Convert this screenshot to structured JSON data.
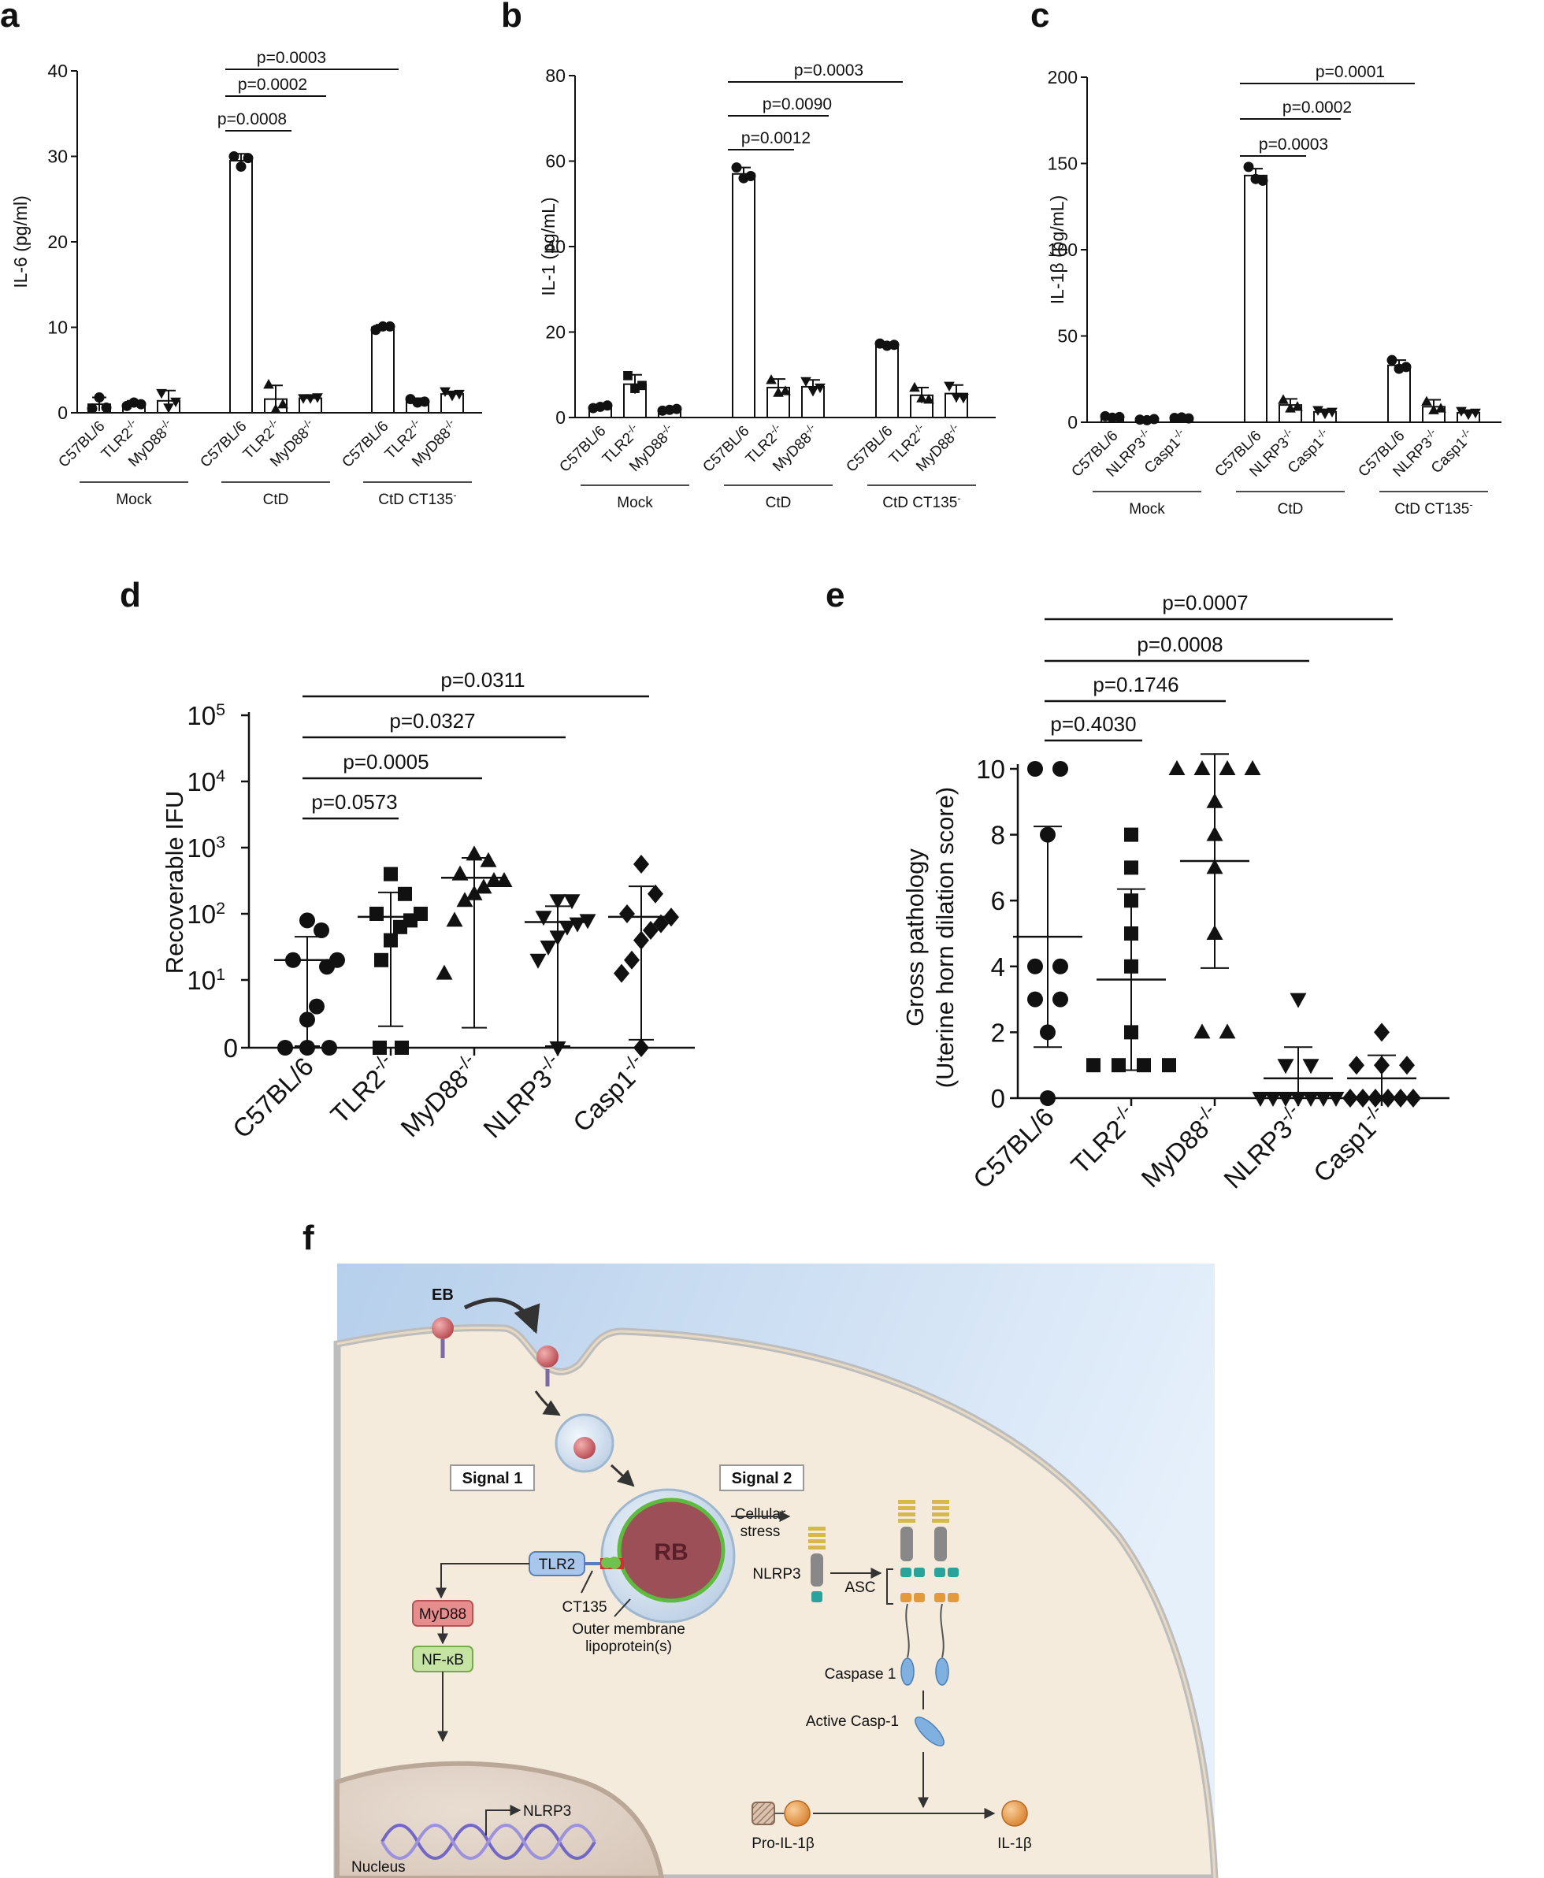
{
  "chart_data": [
    {
      "panel": "a",
      "type": "bar",
      "ylabel": "IL-6 (pg/ml)",
      "ylim": [
        0,
        40
      ],
      "yticks": [
        "0",
        "10",
        "20",
        "30",
        "40"
      ],
      "categories": [
        "C57BL/6",
        "TLR2-/-",
        "MyD88-/-",
        "C57BL/6",
        "TLR2-/-",
        "MyD88-/-",
        "C57BL/6",
        "TLR2-/-",
        "MyD88-/-"
      ],
      "groups": [
        "Mock",
        "CtD",
        "CtD CT135-"
      ],
      "values": [
        1.0,
        1.0,
        1.4,
        29.5,
        1.6,
        1.7,
        10.0,
        1.4,
        2.2
      ],
      "errors": [
        0.8,
        0.4,
        1.2,
        0.8,
        1.6,
        0.2,
        0.3,
        0.3,
        0.3
      ],
      "points": [
        [
          0.5,
          1.8,
          0.6
        ],
        [
          0.8,
          1.2,
          1.0
        ],
        [
          2.3,
          0.6,
          1.3
        ],
        [
          30.0,
          28.8,
          29.8
        ],
        [
          3.3,
          0.4,
          1.0
        ],
        [
          1.7,
          1.7,
          1.8
        ],
        [
          9.7,
          10.1,
          10.1
        ],
        [
          1.6,
          1.2,
          1.3
        ],
        [
          2.5,
          2.0,
          2.2
        ]
      ],
      "markers": [
        "circle",
        "circle",
        "triangle-down",
        "circle",
        "triangle",
        "triangle-down",
        "circle",
        "circle",
        "triangle-down"
      ],
      "comparisons": [
        {
          "from": 3,
          "to": 4,
          "label": "p=0.0008"
        },
        {
          "from": 3,
          "to": 5,
          "label": "p=0.0002"
        },
        {
          "from": 3,
          "to": 6,
          "label": "p=0.0003"
        }
      ]
    },
    {
      "panel": "b",
      "type": "bar",
      "ylabel": "IL-1  (pg/mL)",
      "ylim": [
        0,
        80
      ],
      "yticks": [
        "0",
        "20",
        "40",
        "60",
        "80"
      ],
      "categories": [
        "C57BL/6",
        "TLR2-/-",
        "MyD88-/-",
        "C57BL/6",
        "TLR2-/-",
        "MyD88-/-",
        "C57BL/6",
        "TLR2-/-",
        "MyD88-/-"
      ],
      "groups": [
        "Mock",
        "CtD",
        "CtD CT135-"
      ],
      "values": [
        2.5,
        7.8,
        1.8,
        57.0,
        7.0,
        7.2,
        17.0,
        5.2,
        5.6
      ],
      "errors": [
        0.5,
        2.2,
        0.4,
        1.5,
        2.0,
        1.6,
        0.5,
        1.8,
        2.0
      ],
      "points": [
        [
          2.2,
          2.5,
          2.8
        ],
        [
          9.8,
          6.8,
          7.5
        ],
        [
          1.6,
          1.8,
          2.0
        ],
        [
          58.5,
          56.0,
          56.5
        ],
        [
          8.8,
          5.8,
          6.2
        ],
        [
          8.5,
          6.2,
          7.0
        ],
        [
          17.3,
          16.8,
          17.0
        ],
        [
          7.0,
          4.5,
          4.2
        ],
        [
          7.4,
          4.8,
          4.6
        ]
      ],
      "markers": [
        "circle",
        "square",
        "circle",
        "circle",
        "triangle",
        "triangle-down",
        "circle",
        "triangle",
        "triangle-down"
      ],
      "comparisons": [
        {
          "from": 3,
          "to": 4,
          "label": "p=0.0012"
        },
        {
          "from": 3,
          "to": 5,
          "label": "p=0.0090"
        },
        {
          "from": 3,
          "to": 6,
          "label": "p=0.0003"
        }
      ]
    },
    {
      "panel": "c",
      "type": "bar",
      "ylabel": "IL-1β (pg/mL)",
      "ylim": [
        0,
        200
      ],
      "yticks": [
        "0",
        "50",
        "100",
        "150",
        "200"
      ],
      "categories": [
        "C57BL/6",
        "NLRP3-/-",
        "Casp1-/-",
        "C57BL/6",
        "NLRP3-/-",
        "Casp1-/-",
        "C57BL/6",
        "NLRP3-/-",
        "Casp1-/-"
      ],
      "groups": [
        "Mock",
        "CtD",
        "CtD CT135-"
      ],
      "values": [
        3.0,
        1.5,
        2.5,
        143.0,
        10.0,
        6.0,
        33.0,
        9.0,
        5.5
      ],
      "errors": [
        1.0,
        0.8,
        0.8,
        4.0,
        3.5,
        1.5,
        3.0,
        4.0,
        1.5
      ],
      "points": [
        [
          3.5,
          2.6,
          3.0
        ],
        [
          1.5,
          1.2,
          1.8
        ],
        [
          2.5,
          2.8,
          2.2
        ],
        [
          148.0,
          141.0,
          140.0
        ],
        [
          13.0,
          8.0,
          9.0
        ],
        [
          7.0,
          5.0,
          6.0
        ],
        [
          36.0,
          31.0,
          32.0
        ],
        [
          12.0,
          7.0,
          8.0
        ],
        [
          6.5,
          4.5,
          5.5
        ]
      ],
      "markers": [
        "circle",
        "circle",
        "circle",
        "circle",
        "triangle",
        "triangle-down",
        "circle",
        "triangle",
        "triangle-down"
      ],
      "comparisons": [
        {
          "from": 3,
          "to": 4,
          "label": "p=0.0003"
        },
        {
          "from": 3,
          "to": 5,
          "label": "p=0.0002"
        },
        {
          "from": 3,
          "to": 6,
          "label": "p=0.0001"
        }
      ]
    },
    {
      "panel": "d",
      "type": "scatter",
      "ylabel": "Recoverable IFU",
      "yscale": "log",
      "yticks": [
        "0",
        "10",
        "10",
        "10",
        "10",
        "10"
      ],
      "ytick_exponents": [
        "",
        "1",
        "2",
        "3",
        "4",
        "5"
      ],
      "categories": [
        "C57BL/6",
        "TLR2-/-",
        "MyD88-/-",
        "NLRP3-/-",
        "Casp1-/-"
      ],
      "points": [
        [
          0,
          0,
          0,
          0.4,
          0.6,
          1.2,
          1.3,
          1.3,
          1.75,
          1.9
        ],
        [
          0,
          0,
          1.3,
          1.6,
          1.8,
          1.9,
          2.0,
          2.0,
          2.3,
          2.6
        ],
        [
          1.1,
          1.9,
          2.2,
          2.3,
          2.4,
          2.5,
          2.5,
          2.6,
          2.8,
          2.9
        ],
        [
          0,
          1.3,
          1.5,
          1.65,
          1.8,
          1.85,
          1.9,
          1.95,
          2.2,
          2.2
        ],
        [
          0,
          1.1,
          1.3,
          1.6,
          1.75,
          1.85,
          1.95,
          2.0,
          2.3,
          2.75
        ]
      ],
      "markers": [
        "circle",
        "square",
        "triangle",
        "triangle-down",
        "diamond"
      ],
      "geo_means": [
        20,
        90,
        350,
        75,
        90
      ],
      "sd_low": [
        1,
        2,
        1.9,
        1.0,
        1.25
      ],
      "sd_high": [
        45,
        210,
        700,
        130,
        260
      ],
      "comparisons": [
        {
          "from": 0,
          "to": 1,
          "label": "p=0.0573"
        },
        {
          "from": 0,
          "to": 2,
          "label": "p=0.0005"
        },
        {
          "from": 0,
          "to": 3,
          "label": "p=0.0327"
        },
        {
          "from": 0,
          "to": 4,
          "label": "p=0.0311"
        }
      ],
      "superscripts": [
        "5",
        "4",
        "3",
        "2",
        "1"
      ]
    },
    {
      "panel": "e",
      "type": "scatter",
      "ylabel_lines": [
        "Gross pathology",
        "(Uterine horn dilation score)"
      ],
      "ylim": [
        0,
        10
      ],
      "yticks": [
        "0",
        "2",
        "4",
        "6",
        "8",
        "10"
      ],
      "categories": [
        "C57BL/6",
        "TLR2-/-",
        "MyD88-/-",
        "NLRP3-/-",
        "Casp1-/-"
      ],
      "points": [
        [
          0,
          2,
          3,
          3,
          4,
          4,
          8,
          10,
          10
        ],
        [
          1,
          1,
          1,
          1,
          2,
          4,
          5,
          6,
          7,
          8
        ],
        [
          2,
          2,
          5,
          7,
          8,
          9,
          10,
          10,
          10,
          10
        ],
        [
          0,
          0,
          0,
          0,
          0,
          0,
          0,
          1,
          1,
          3
        ],
        [
          0,
          0,
          0,
          0,
          0,
          0,
          1,
          1,
          1,
          2
        ]
      ],
      "markers": [
        "circle",
        "square",
        "triangle",
        "triangle-down",
        "diamond"
      ],
      "means": [
        4.9,
        3.6,
        7.2,
        0.6,
        0.6
      ],
      "sd": [
        3.35,
        2.75,
        3.25,
        0.95,
        0.7
      ],
      "comparisons": [
        {
          "from": 0,
          "to": 1,
          "label": "p=0.4030"
        },
        {
          "from": 0,
          "to": 2,
          "label": "p=0.1746"
        },
        {
          "from": 0,
          "to": 3,
          "label": "p=0.0008"
        },
        {
          "from": 0,
          "to": 4,
          "label": "p=0.0007"
        }
      ]
    }
  ],
  "panel_letters": {
    "a": "a",
    "b": "b",
    "c": "c",
    "d": "d",
    "e": "e",
    "f": "f"
  },
  "diagram": {
    "eb": "EB",
    "signal1": "Signal 1",
    "signal2": "Signal 2",
    "tlr2": "TLR2",
    "rb": "RB",
    "ct135": "CT135",
    "outer1": "Outer membrane",
    "outer2": "lipoprotein(s)",
    "myd88": "MyD88",
    "nfkb": "NF-κB",
    "nucleus": "Nucleus",
    "nlrp3_gene": "NLRP3",
    "cell_stress1": "Cellular",
    "cell_stress2": "stress",
    "nlrp3": "NLRP3",
    "asc": "ASC",
    "caspase1": "Caspase 1",
    "active_casp1": "Active Casp-1",
    "pro_il1b": "Pro-IL-1β",
    "il1b": "IL-1β",
    "colors": {
      "cell_bg": "#f4ebdc",
      "outside_bg": "#cfe0f3",
      "membrane": "#b8b8b8",
      "rb_fill": "#9c4f57",
      "rb_ring": "#5dbb3f",
      "tlr2_fill": "#a9c6ec",
      "myd88_fill": "#e88d8d",
      "nfkb_fill": "#c5e3a3",
      "il1b_fill": "#eba35a"
    }
  }
}
